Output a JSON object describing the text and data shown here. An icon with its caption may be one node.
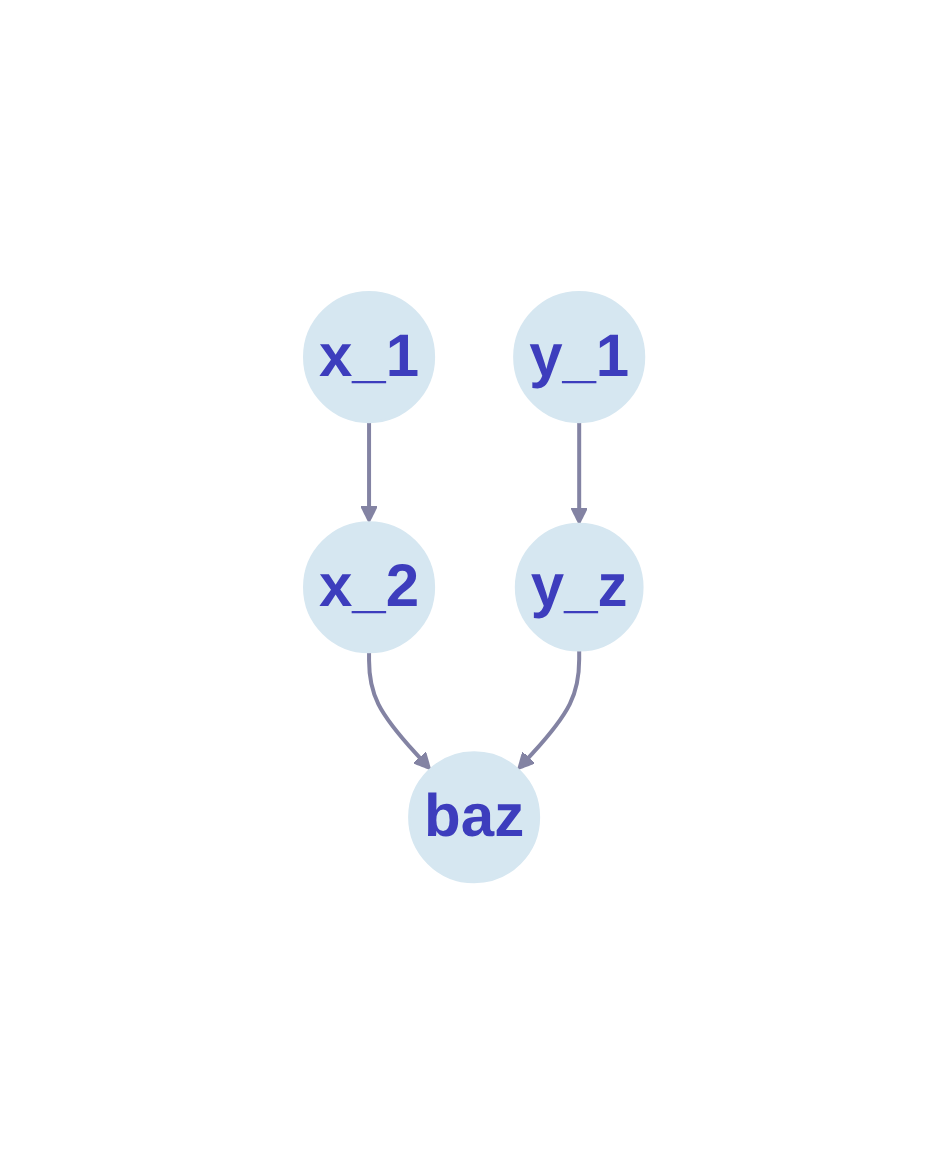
{
  "diagram": {
    "nodes": [
      {
        "text": [
          "x_1"
        ]
      },
      {
        "text": [
          "y_1"
        ]
      },
      {
        "text": [
          "x_2"
        ]
      },
      {
        "text": [
          "y_z"
        ]
      },
      {
        "text": [
          "baz"
        ]
      }
    ],
    "edges": [
      {
        "from": 0,
        "to": 2,
        "arrow": "to"
      },
      {
        "from": 1,
        "to": 3,
        "arrow": "to"
      },
      {
        "from": 2,
        "to": 4,
        "arrow": "to"
      },
      {
        "from": 3,
        "to": 4,
        "arrow": "to"
      }
    ]
  }
}
